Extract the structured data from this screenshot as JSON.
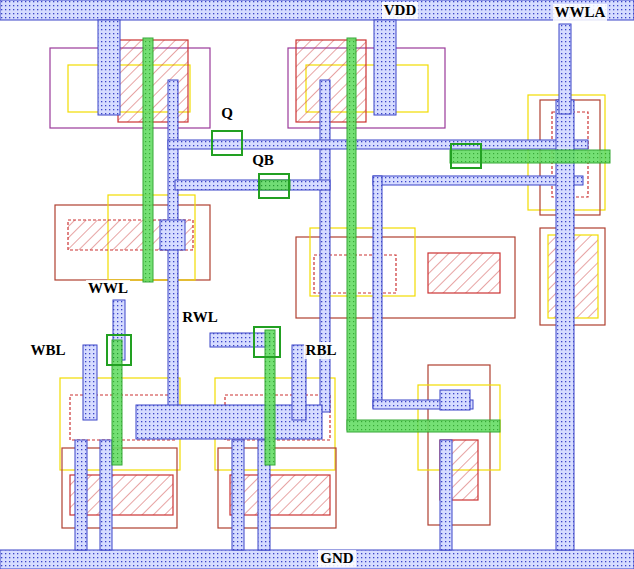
{
  "diagram": {
    "labels": [
      "VDD",
      "WWLA",
      "Q",
      "QB",
      "WWL",
      "WBL",
      "RWL",
      "RBL",
      "GND"
    ]
  }
}
